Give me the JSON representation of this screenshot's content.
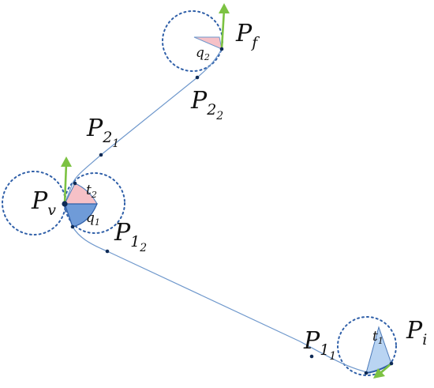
{
  "points": {
    "pf": {
      "base": "P",
      "sub": "f"
    },
    "p22": {
      "base": "P",
      "sub": "2",
      "subsub": "2"
    },
    "p21": {
      "base": "P",
      "sub": "2",
      "subsub": "1"
    },
    "pv": {
      "base": "P",
      "sub": "v"
    },
    "p12": {
      "base": "P",
      "sub": "1",
      "subsub": "2"
    },
    "p11": {
      "base": "P",
      "sub": "1",
      "subsub": "1"
    },
    "pi": {
      "base": "P",
      "sub": "i"
    }
  },
  "angles": {
    "q2": {
      "base": "q",
      "sub": "2"
    },
    "t2": {
      "base": "t",
      "sub": "2"
    },
    "q1": {
      "base": "q",
      "sub": "1"
    },
    "t1": {
      "base": "t",
      "sub": "1"
    }
  },
  "colors": {
    "circle": "#2f5fa8",
    "path": "#6f98cc",
    "point": "#0e2a55",
    "arrow": "#7cc242",
    "pink_wedge": "#f6c1c7",
    "blue_wedge": "#6f9bd8",
    "light_blue_wedge": "#b9d4f2"
  }
}
